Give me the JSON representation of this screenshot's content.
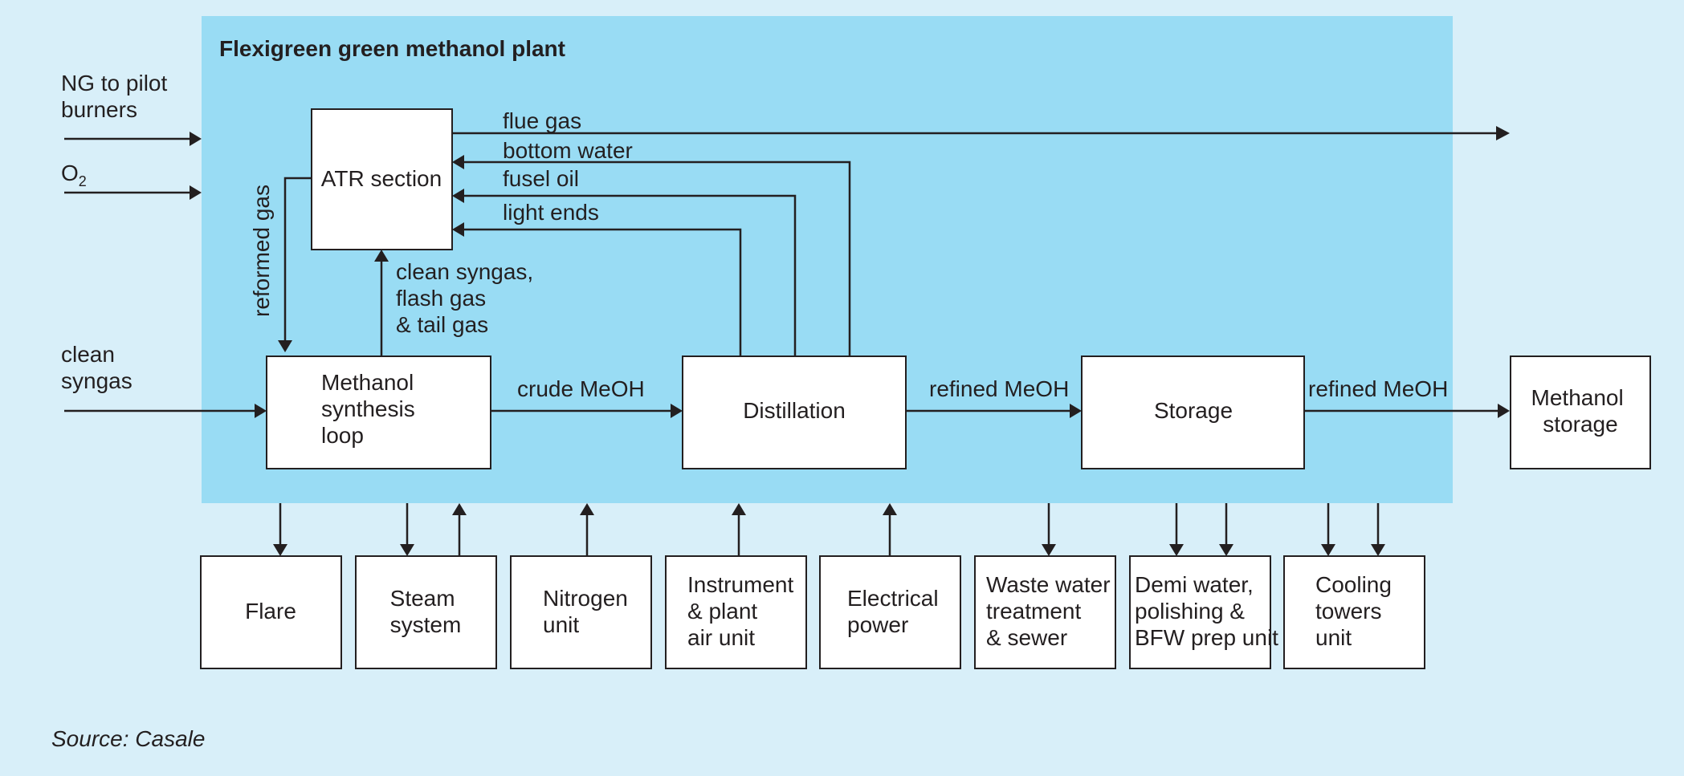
{
  "colors": {
    "background": "#d8eff9",
    "plant_area": "#99dcf4",
    "box_fill": "#ffffff",
    "line": "#231f20"
  },
  "plant_title": "Flexigreen green methanol plant",
  "source": "Source: Casale",
  "inputs": {
    "ng_line1": "NG to pilot",
    "ng_line2": "burners",
    "o2_main": "O",
    "o2_sub": "2",
    "syngas_line1": "clean",
    "syngas_line2": "syngas"
  },
  "blocks": {
    "atr": [
      "ATR section"
    ],
    "synthesis": [
      "Methanol",
      "synthesis",
      "loop"
    ],
    "distillation": [
      "Distillation"
    ],
    "storage": [
      "Storage"
    ],
    "methanol_storage": [
      "Methanol",
      "storage"
    ]
  },
  "streams": {
    "flue_gas": "flue gas",
    "bottom_water": "bottom water",
    "fusel_oil": "fusel oil",
    "light_ends": "light ends",
    "reformed_gas": "reformed gas",
    "clean_syngas_1": "clean syngas,",
    "clean_syngas_2": "flash gas",
    "clean_syngas_3": "& tail gas",
    "crude_meoh": "crude MeOH",
    "refined_meoh_1": "refined MeOH",
    "refined_meoh_2": "refined MeOH"
  },
  "utilities": [
    [
      "Flare"
    ],
    [
      "Steam",
      "system"
    ],
    [
      "Nitrogen",
      "unit"
    ],
    [
      "Instrument",
      "& plant",
      "air unit"
    ],
    [
      "Electrical",
      "power"
    ],
    [
      "Waste water",
      "treatment",
      "& sewer"
    ],
    [
      "Demi water,",
      "polishing &",
      "BFW prep unit"
    ],
    [
      "Cooling",
      "towers",
      "unit"
    ]
  ]
}
